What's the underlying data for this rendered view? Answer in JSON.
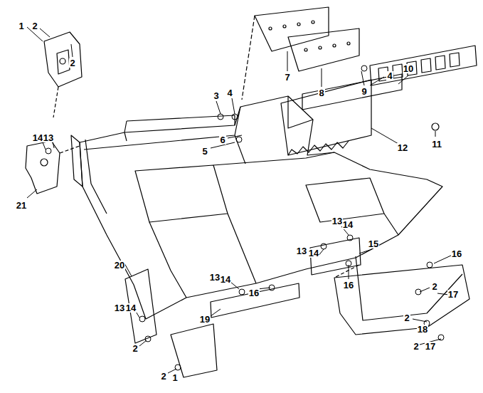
{
  "diagram": {
    "labels": [
      "1",
      "2",
      "2",
      "3",
      "4",
      "7",
      "8",
      "4",
      "9",
      "10",
      "11",
      "5",
      "6",
      "12",
      "14",
      "13",
      "21",
      "13",
      "14",
      "15",
      "13",
      "14",
      "16",
      "13",
      "14",
      "20",
      "16",
      "2",
      "17",
      "16",
      "19",
      "13",
      "14",
      "2",
      "18",
      "2",
      "2",
      "17",
      "2",
      "1"
    ]
  }
}
